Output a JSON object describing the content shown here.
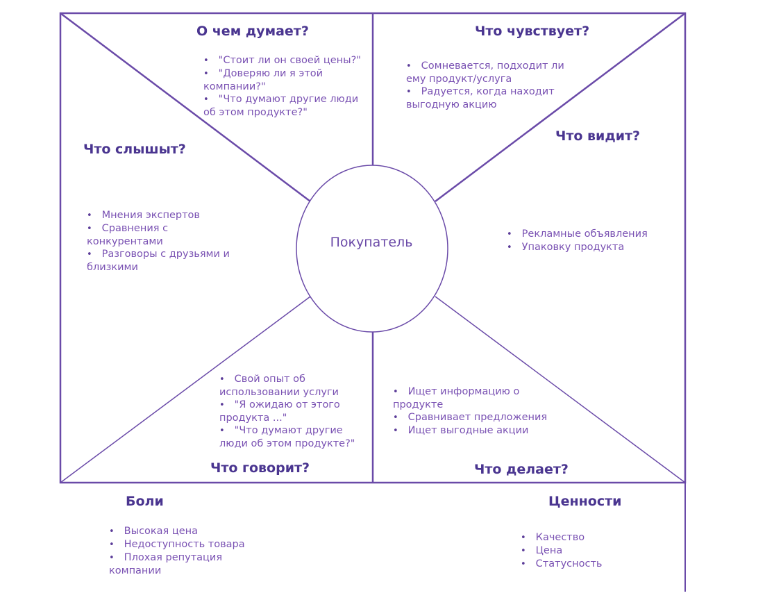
{
  "diagram": {
    "center": "Покупатель",
    "sections": {
      "thinks": {
        "title": "О чем думает?",
        "items": [
          "\"Стоит ли он своей цены?\"",
          "\"Доверяю ли я этой компании?\"",
          "\"Что думают другие люди об этом продукте?\""
        ]
      },
      "feels": {
        "title": "Что чувствует?",
        "items": [
          "Сомневается, подходит ли ему продукт/услуга",
          "Радуется, когда находит выгодную акцию"
        ]
      },
      "hears": {
        "title": "Что слышыт?",
        "items": [
          "Мнения экспертов",
          "Сравнения с конкурентами",
          "Разговоры с друзьями и близкими"
        ]
      },
      "sees": {
        "title": "Что видит?",
        "items": [
          "Рекламные объявления",
          "Упаковку продукта"
        ]
      },
      "says": {
        "title": "Что говорит?",
        "items": [
          "Свой опыт об использовании услуги",
          "\"Я ожидаю от этого продукта ...\"",
          "\"Что думают другие люди об этом продукте?\""
        ]
      },
      "does": {
        "title": "Что делает?",
        "items": [
          "Ищет информацию о продукте",
          "Сравнивает предложения",
          "Ищет выгодные акции"
        ]
      },
      "pains": {
        "title": "Боли",
        "items": [
          "Высокая цена",
          "Недоступность товара",
          "Плохая репутация компании"
        ]
      },
      "values": {
        "title": "Ценности",
        "items": [
          "Качество",
          "Цена",
          "Статусность"
        ]
      }
    },
    "colors": {
      "line": "#6a4aa8",
      "title": "#4a3590",
      "text": "#7a52b3"
    }
  }
}
